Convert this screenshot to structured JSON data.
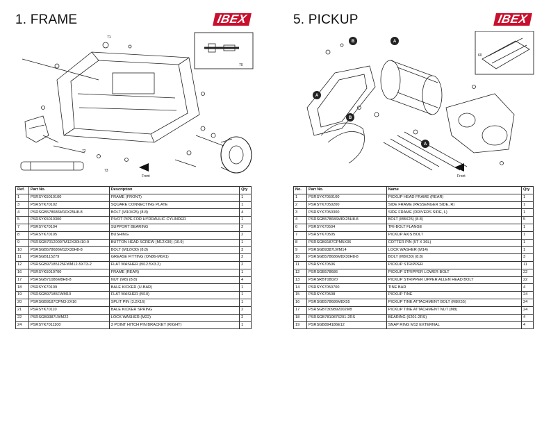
{
  "frame": {
    "title": "1. FRAME",
    "logo": "IBEX",
    "diagram_labels": [
      "71",
      "70",
      "72",
      "73",
      "Front"
    ],
    "headers": {
      "ref": "Ref.",
      "part": "Part No.",
      "desc": "Description",
      "qty": "Qty"
    },
    "rows": [
      {
        "ref": "1",
        "part": "PSRSYK5010100",
        "desc": "FRAME (FRONT)",
        "qty": "1"
      },
      {
        "ref": "3",
        "part": "PSRSYK70102",
        "desc": "SQUARE CONNECTING PLATE",
        "qty": "1"
      },
      {
        "ref": "4",
        "part": "PSRSGB578686M10X25H8-8",
        "desc": "BOLT (M10X25) (8.8)",
        "qty": "4"
      },
      {
        "ref": "5",
        "part": "PSRSYK5010300",
        "desc": "PIVOT PIPE FOR HYDRAULIC CYLINDER",
        "qty": "1"
      },
      {
        "ref": "7",
        "part": "PSRSYK70104",
        "desc": "SUPPORT BEARING",
        "qty": "2"
      },
      {
        "ref": "8",
        "part": "PSRSYK70105",
        "desc": "BUSHING",
        "qty": "2"
      },
      {
        "ref": "9",
        "part": "PSRSGB70120007M12X30H10-9",
        "desc": "BUTTON HEAD SCREW (M12X30) (10.9)",
        "qty": "1"
      },
      {
        "ref": "10",
        "part": "PSRSGB578686M12X30H8-8",
        "desc": "BOLT (M12X30) (8.8)",
        "qty": "3"
      },
      {
        "ref": "11",
        "part": "PSRSGB115279",
        "desc": "GREASE FITTING (ON86-M6X1)",
        "qty": "2"
      },
      {
        "ref": "12",
        "part": "PSRSGB97185125FWM12-5XT3-2",
        "desc": "FLAT WASHER (M12.5X3.2)",
        "qty": "2"
      },
      {
        "ref": "16",
        "part": "PSRSYK5010700",
        "desc": "FRAME (REAR)",
        "qty": "1"
      },
      {
        "ref": "17",
        "part": "PSRSGB71086M8H8-8",
        "desc": "NUT (M8) (8.8)",
        "qty": "4"
      },
      {
        "ref": "18",
        "part": "PSRSYK70109",
        "desc": "BALE KICKER (U-BAR)",
        "qty": "1"
      },
      {
        "ref": "19",
        "part": "PSRSGB97185FWM10",
        "desc": "FLAT WASHER (M10)",
        "qty": "1"
      },
      {
        "ref": "20",
        "part": "PSRSGB9187CPM3-2X16",
        "desc": "SPLIT PIN (3.2X16)",
        "qty": "1"
      },
      {
        "ref": "21",
        "part": "PSRSYK70110",
        "desc": "BALE KICKER SPRING",
        "qty": "2"
      },
      {
        "ref": "22",
        "part": "PSRSGB9387LWM22",
        "desc": "LOCK WASHER (M22)",
        "qty": "2"
      },
      {
        "ref": "24",
        "part": "PSRSYK7011100",
        "desc": "3 POINT HITCH PIN BRACKET (RIGHT)",
        "qty": "1"
      }
    ]
  },
  "pickup": {
    "title": "5. PICKUP",
    "logo": "IBEX",
    "diagram_labels": [
      "A",
      "B",
      "60",
      "Front"
    ],
    "headers": {
      "ref": "No.",
      "part": "Part No.",
      "desc": "Name",
      "qty": "Qty"
    },
    "rows": [
      {
        "ref": "1",
        "part": "PSRSYK7050100",
        "desc": "PICKUP HEAD FRAME (REAR)",
        "qty": "1"
      },
      {
        "ref": "2",
        "part": "PSRSYK7050200",
        "desc": "SIDE FRAME (PASSENGER SIDE, R)",
        "qty": "1"
      },
      {
        "ref": "3",
        "part": "PSRSYK7050300",
        "desc": "SIDE FRAME (DRIVERS SIDE, L)",
        "qty": "1"
      },
      {
        "ref": "4",
        "part": "PSRSGB578686M8X25H8-8",
        "desc": "BOLT (M8X25) (8.8)",
        "qty": "5"
      },
      {
        "ref": "6",
        "part": "PSRSYK70504",
        "desc": "TRI-BOLT FLANGE",
        "qty": "1"
      },
      {
        "ref": "7",
        "part": "PSRSYK70505",
        "desc": "PICKUP AXIS BOLT",
        "qty": "1"
      },
      {
        "ref": "8",
        "part": "PSRSGB9187CPM5X36",
        "desc": "COTTER PIN (5T X 36L)",
        "qty": "1"
      },
      {
        "ref": "9",
        "part": "PSRSGB9387LWM14",
        "desc": "LOCK WASHER (M14)",
        "qty": "1"
      },
      {
        "ref": "10",
        "part": "PSRSGB578686M8X30H8-8",
        "desc": "BOLT (M8X30) (8.8)",
        "qty": "3"
      },
      {
        "ref": "11",
        "part": "PSRSYK70506",
        "desc": "PICKUP STRIPPER",
        "qty": "11"
      },
      {
        "ref": "12",
        "part": "PSRSGB578686",
        "desc": "PICKUP STRIPPER LOWER BOLT",
        "qty": "22"
      },
      {
        "ref": "13",
        "part": "PSRSRBT08020",
        "desc": "PICKUP STRIPPER UPPER ALLEN HEAD BOLT",
        "qty": "22"
      },
      {
        "ref": "14",
        "part": "PSRSYK7050700",
        "desc": "TINE BAR",
        "qty": "4"
      },
      {
        "ref": "15",
        "part": "PSRSYK70508",
        "desc": "PICKUP TINE",
        "qty": "24"
      },
      {
        "ref": "16",
        "part": "PSRSGB578686M8X55",
        "desc": "PICKUP TINE ATTACHMENT BOLT (M8X55)",
        "qty": "24"
      },
      {
        "ref": "17",
        "part": "PSRSGBT309892002M8",
        "desc": "PICKUP TINE ATTACHMENT NUT (M8)",
        "qty": "24"
      },
      {
        "ref": "18",
        "part": "PSRSGB7810876201-2RS",
        "desc": "BEARING (6201-2RS)",
        "qty": "4"
      },
      {
        "ref": "19",
        "part": "PSRSGB894186E12",
        "desc": "SNAP RING M12 EXTERNAL",
        "qty": "4"
      }
    ]
  }
}
